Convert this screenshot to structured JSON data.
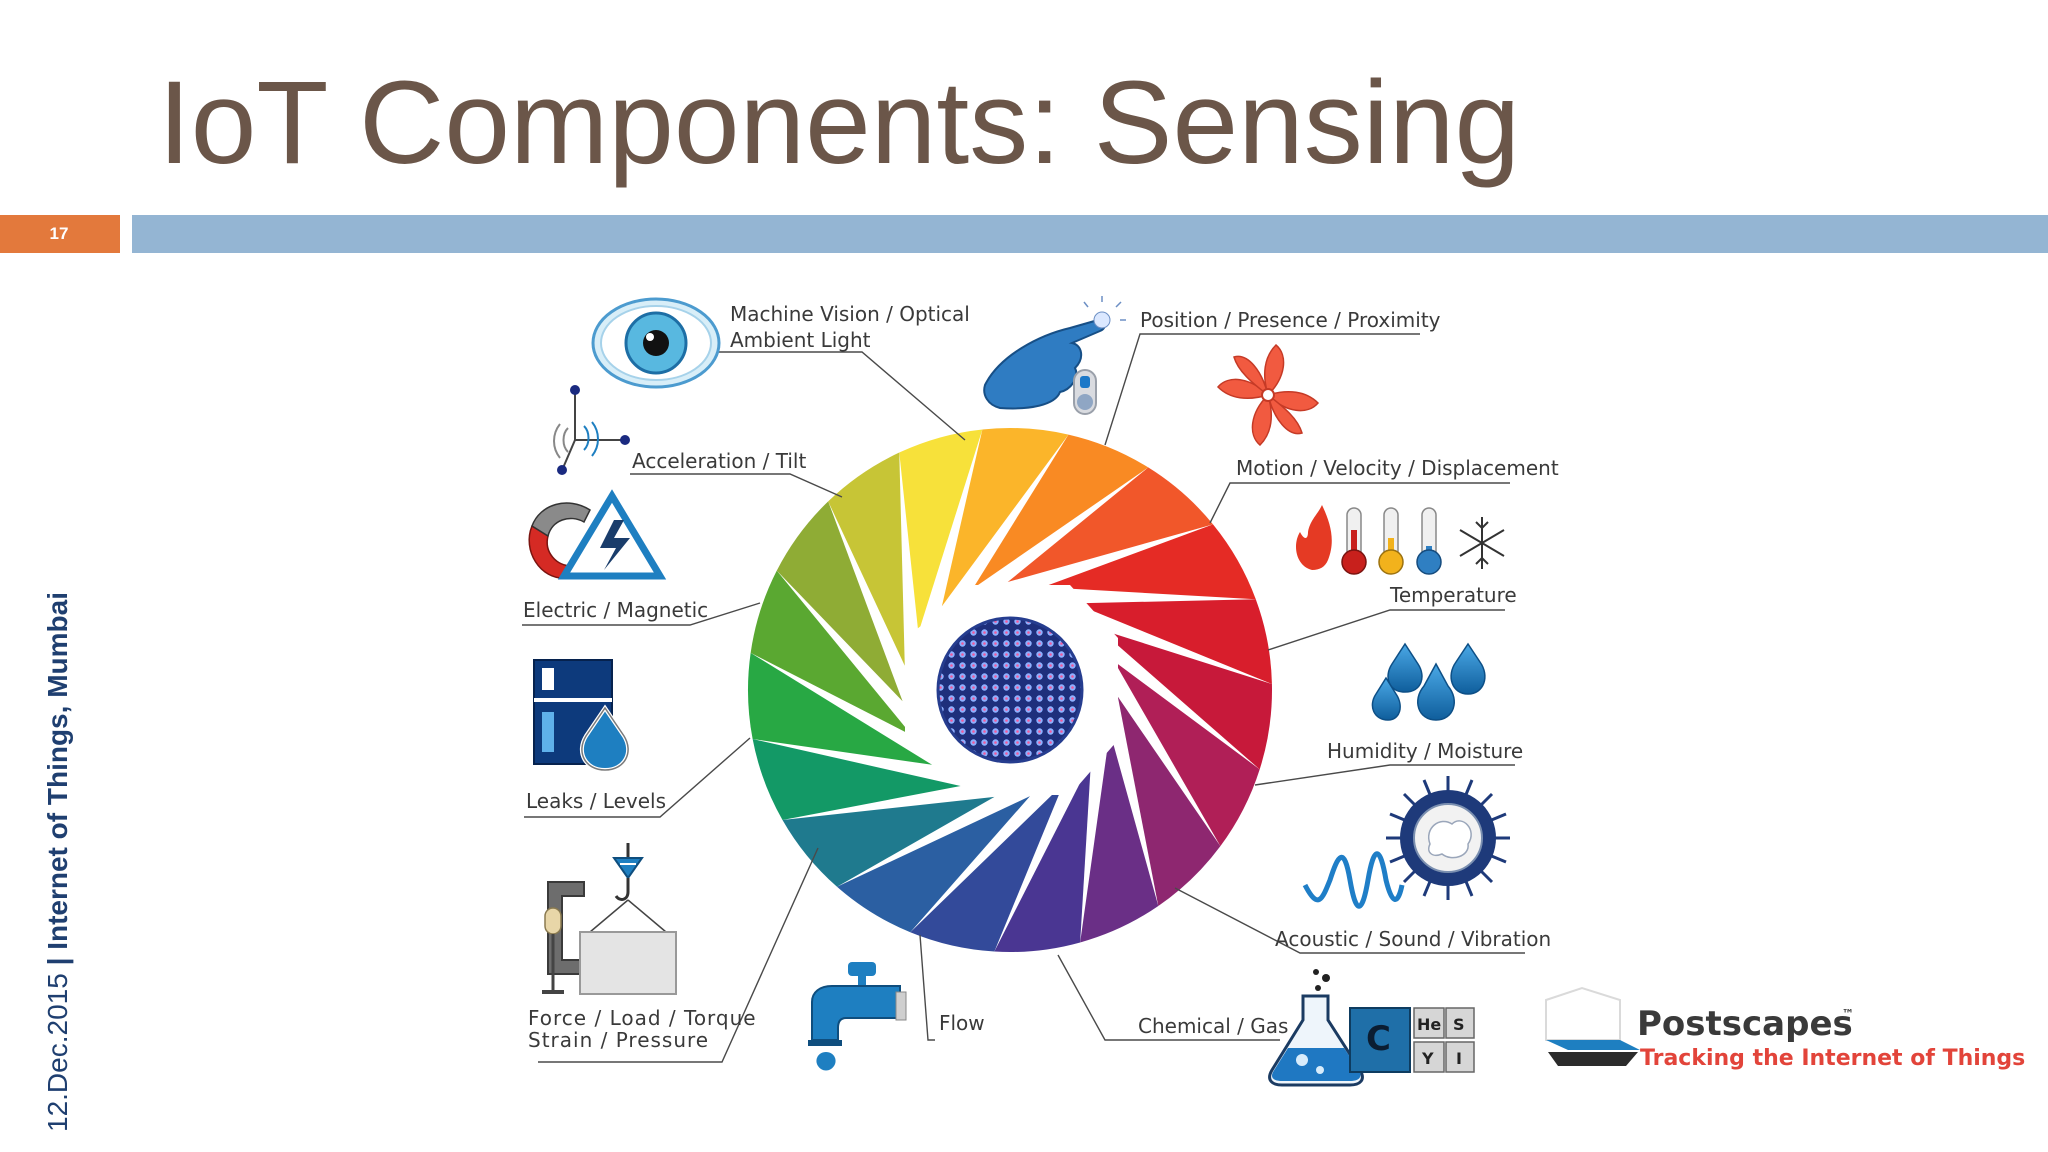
{
  "slide": {
    "title": "IoT Components: Sensing",
    "page_number": "17",
    "footer_date": "12.Dec.2015",
    "footer_sep": " | ",
    "footer_event": "Internet of Things, Mumbai"
  },
  "labels": {
    "machine_vision_1": "Machine Vision / Optical",
    "machine_vision_2": "Ambient Light",
    "position": "Position / Presence / Proximity",
    "motion": "Motion / Velocity / Displacement",
    "temperature": "Temperature",
    "humidity": "Humidity / Moisture",
    "acoustic": "Acoustic / Sound / Vibration",
    "chemical": "Chemical / Gas",
    "flow": "Flow",
    "force_1": "Force / Load / Torque",
    "force_2": "Strain / Pressure",
    "leaks": "Leaks / Levels",
    "electric": "Electric / Magnetic",
    "acceleration": "Acceleration / Tilt"
  },
  "chem_tiles": {
    "c": "C",
    "he": "He",
    "s": "S",
    "y": "Y",
    "i": "I"
  },
  "brand": {
    "name": "Postscapes",
    "tm": "™",
    "tagline": "Tracking the Internet of Things"
  },
  "colors": {
    "title": "#6b5649",
    "page_number_bg": "#e3793c",
    "header_bar": "#94b5d3",
    "footer_text": "#1f3f70",
    "icon_blue": "#1e7fc1",
    "tagline_red": "#e2443a",
    "wheel_segments": [
      "#f7e13a",
      "#fbb52a",
      "#f98a23",
      "#f1572a",
      "#e52b25",
      "#d81e2c",
      "#c7193a",
      "#b01f57",
      "#8e2770",
      "#6a2f86",
      "#4a3692",
      "#334a9a",
      "#2b5fa2",
      "#1f7a8e",
      "#139966",
      "#28a844",
      "#5aa831",
      "#8fac35",
      "#c7c536"
    ]
  },
  "icons": [
    "eye-icon",
    "pointing-hand-icon",
    "fan-icon",
    "flame-icon",
    "thermometer-icon",
    "snowflake-icon",
    "water-drops-icon",
    "sound-wave-icon",
    "flask-icon",
    "periodic-table-icon",
    "faucet-icon",
    "clamp-icon",
    "crane-hook-icon",
    "tank-level-icon",
    "magnet-icon",
    "high-voltage-icon",
    "accelerometer-axes-icon",
    "sensor-chip-icon"
  ]
}
